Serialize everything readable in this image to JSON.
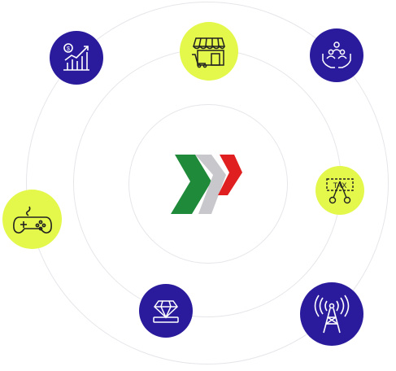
{
  "colors": {
    "navy": "#2a1b9c",
    "lime": "#e3f84a",
    "ring": "#e6e6ea",
    "logo_green": "#1f8a3a",
    "logo_grey": "#c8c8cc",
    "logo_red": "#e02020"
  },
  "center_logo": {
    "icon": "chevron-arrows-logo"
  },
  "orbit_icons": [
    {
      "icon": "finance-chart-icon",
      "style": "navy"
    },
    {
      "icon": "storefront-cart-icon",
      "style": "lime"
    },
    {
      "icon": "people-hands-icon",
      "style": "navy"
    },
    {
      "icon": "tax-scissors-icon",
      "style": "lime"
    },
    {
      "icon": "gamepad-icon",
      "style": "lime"
    },
    {
      "icon": "diamond-icon",
      "style": "navy"
    },
    {
      "icon": "radio-tower-icon",
      "style": "navy"
    }
  ]
}
